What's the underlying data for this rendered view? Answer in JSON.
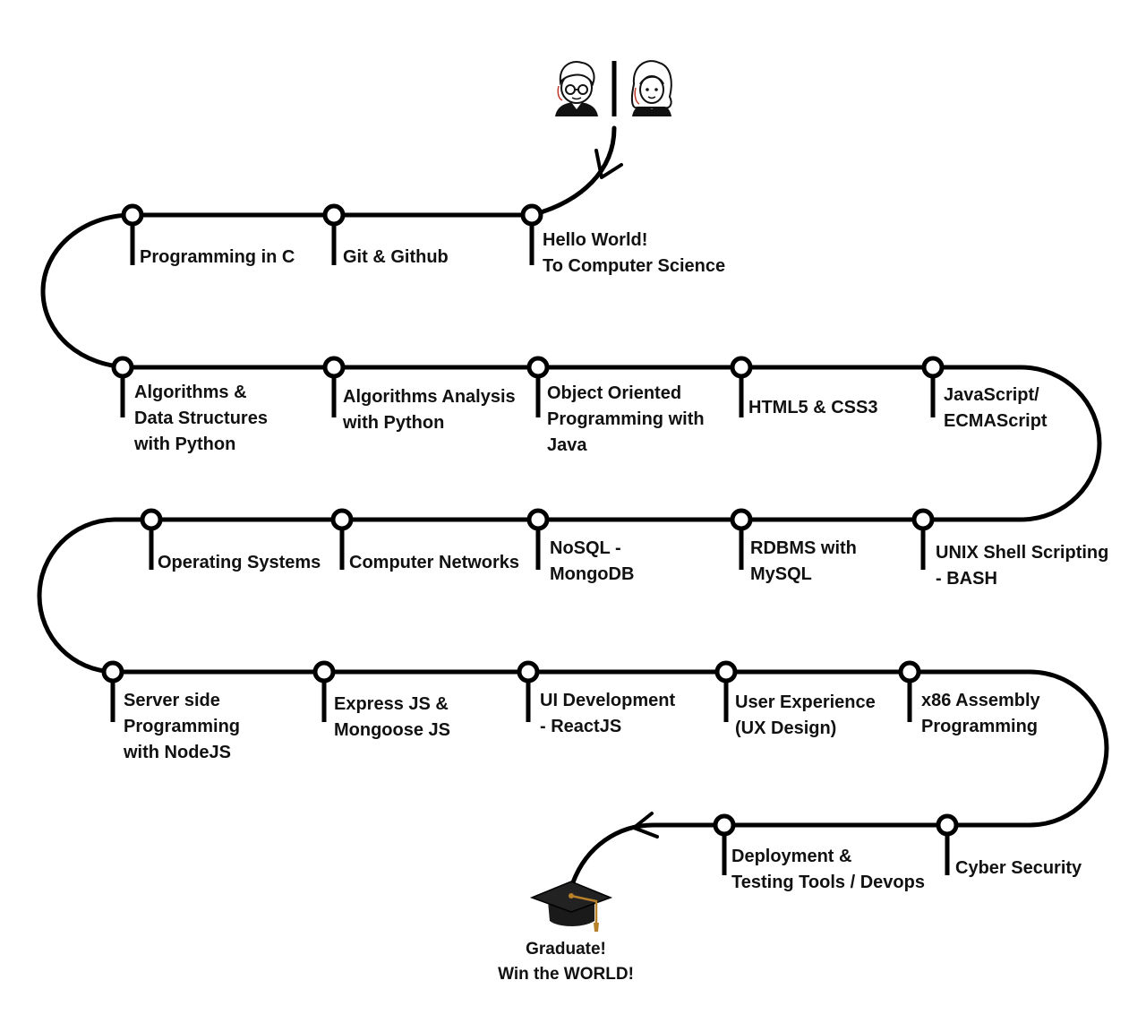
{
  "start_icons": [
    {
      "name": "avatar-boy-icon"
    },
    {
      "name": "avatar-girl-icon"
    }
  ],
  "rows": [
    {
      "milestones": [
        {
          "lines": [
            "Programming in C"
          ]
        },
        {
          "lines": [
            "Git & Github"
          ]
        },
        {
          "lines": [
            "Hello World!",
            "To Computer Science"
          ]
        }
      ]
    },
    {
      "milestones": [
        {
          "lines": [
            "Algorithms  &",
            "Data Structures",
            "with Python"
          ]
        },
        {
          "lines": [
            "Algorithms Analysis",
            "with Python"
          ]
        },
        {
          "lines": [
            "Object Oriented",
            "Programming with",
            "Java"
          ]
        },
        {
          "lines": [
            "HTML5 & CSS3"
          ]
        },
        {
          "lines": [
            "JavaScript/",
            "ECMAScript"
          ]
        }
      ]
    },
    {
      "milestones": [
        {
          "lines": [
            "Operating Systems"
          ]
        },
        {
          "lines": [
            "Computer Networks"
          ]
        },
        {
          "lines": [
            "NoSQL -",
            "MongoDB"
          ]
        },
        {
          "lines": [
            "RDBMS with",
            "MySQL"
          ]
        },
        {
          "lines": [
            "UNIX Shell Scripting",
            "- BASH"
          ]
        }
      ]
    },
    {
      "milestones": [
        {
          "lines": [
            "Server side",
            "Programming",
            "with NodeJS"
          ]
        },
        {
          "lines": [
            "Express JS &",
            "Mongoose JS"
          ]
        },
        {
          "lines": [
            "UI Development",
            "- ReactJS"
          ]
        },
        {
          "lines": [
            "User Experience",
            "(UX Design)"
          ]
        },
        {
          "lines": [
            "x86 Assembly",
            "Programming"
          ]
        }
      ]
    },
    {
      "milestones": [
        {
          "lines": [
            "Deployment &",
            "Testing Tools / Devops"
          ]
        },
        {
          "lines": [
            "Cyber Security"
          ]
        }
      ]
    }
  ],
  "finish": {
    "icon": "graduation-cap-icon",
    "lines": [
      "Graduate!",
      "Win the WORLD!"
    ]
  }
}
